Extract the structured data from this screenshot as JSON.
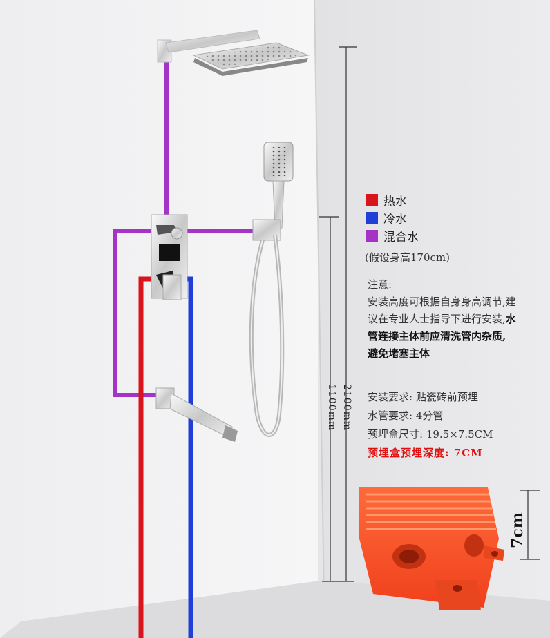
{
  "legend": [
    {
      "label": "热水",
      "color": "#d8141c"
    },
    {
      "label": "冷水",
      "color": "#1f3fd6"
    },
    {
      "label": "混合水",
      "color": "#a433c8"
    }
  ],
  "assumption": "(假设身高170cm)",
  "notes": {
    "heading": "注意:",
    "normal": "安装高度可根据自身身高调节,建议在专业人士指导下进行安装,",
    "bold": "水管连接主体前应清洗管内杂质,避免堵塞主体"
  },
  "requirements": [
    "安装要求: 贴瓷砖前预埋",
    "水管要求: 4分管",
    "预埋盒尺寸: 19.5×7.5CM"
  ],
  "depth_requirement": "预埋盒预埋深度: 7CM",
  "dimensions": {
    "mixer_height": "1100mm",
    "shower_height": "2100mm",
    "box_depth": "7cm"
  }
}
